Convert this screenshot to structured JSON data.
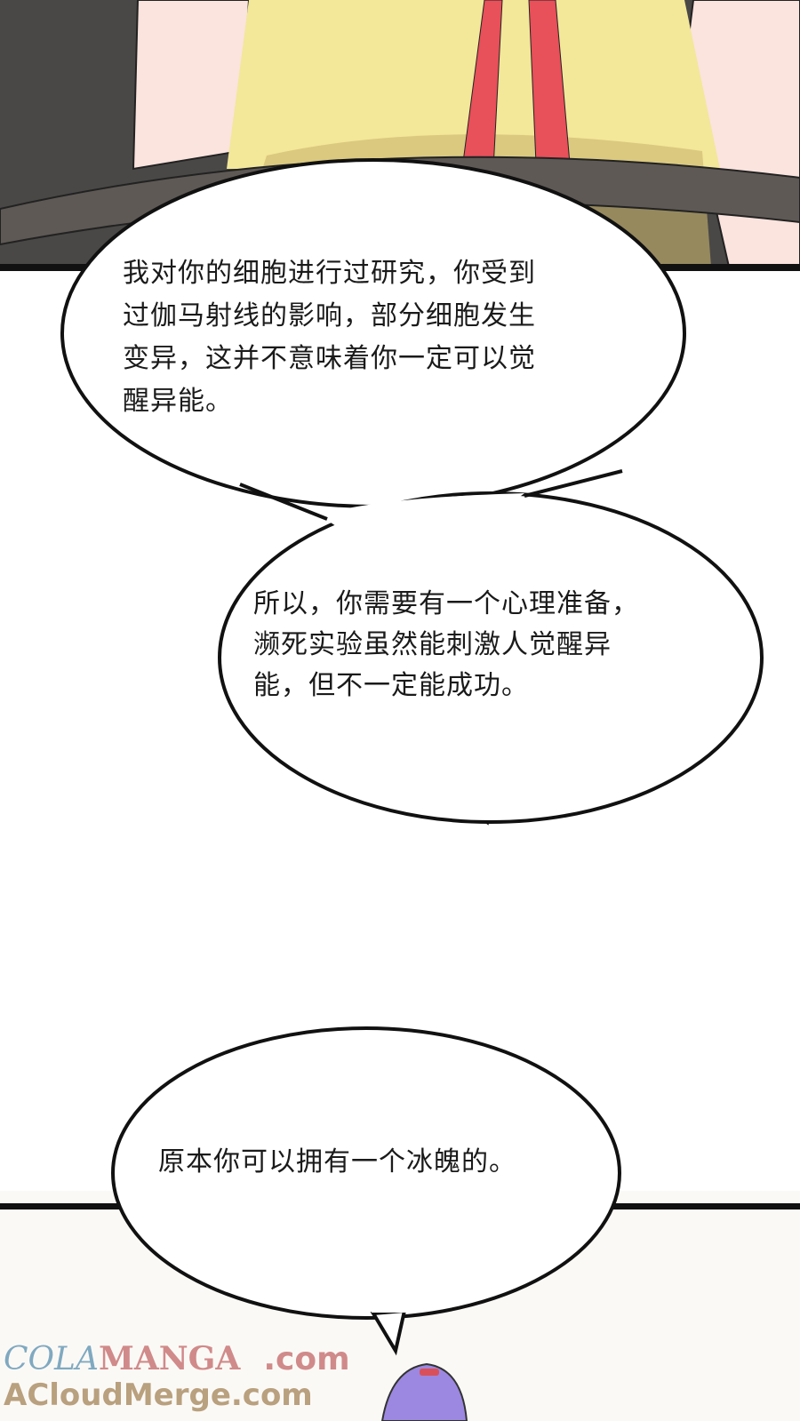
{
  "bubbles": [
    {
      "lines": [
        "我对你的细胞进行过研究，你受到",
        "过伽马射线的影响，部分细胞发生",
        "变异，这并不意味着你一定可以觉",
        "醒异能。"
      ]
    },
    {
      "lines": [
        "所以，你需要有一个心理准备，",
        "濒死实验虽然能刺激人觉醒异",
        "能，但不一定能成功。"
      ]
    },
    {
      "lines": [
        "原本你可以拥有一个冰魄的。"
      ]
    }
  ],
  "watermark": {
    "part1": "COLA",
    "part2": "MANGA",
    "part3": ".com",
    "line2": "ACloudMerge.com"
  },
  "colors": {
    "panel_bg": "#4a4846",
    "shirt": "#f3e79a",
    "ribbon": "#e8505a",
    "skin": "#fbe1dc",
    "hair": "#9c88e0"
  }
}
